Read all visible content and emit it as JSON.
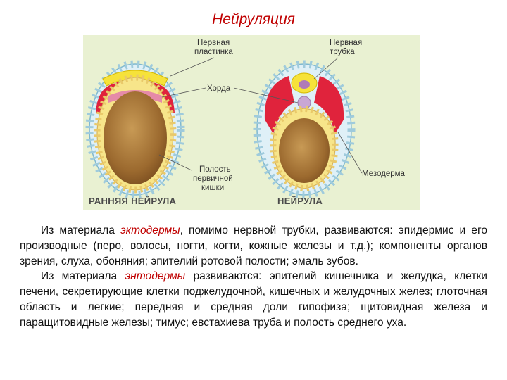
{
  "title": "Нейруляция",
  "diagram": {
    "labels": {
      "neural_plate": [
        "Нервная",
        "пластинка"
      ],
      "neural_tube": [
        "Нервная",
        "трубка"
      ],
      "chorda": "Хорда",
      "mesoderm": "Мезодерма",
      "gut_cavity": [
        "Полость",
        "первичной",
        "кишки"
      ]
    },
    "captions": {
      "early": "РАННЯЯ НЕЙРУЛА",
      "late": "НЕЙРУЛА"
    }
  },
  "paragraph1": {
    "p1": "Из материала ",
    "term": "эктодермы",
    "p2": ", помимо нервной трубки, развиваются: эпидермис и его производные (перо, волосы, ногти, когти, кожные железы и т.д.); компоненты органов зрения, слуха, обоняния; эпителий ротовой полости; эмаль зубов."
  },
  "paragraph2": {
    "p1": "Из материала ",
    "term": "энтодермы",
    "p2": " развиваются: эпителий кишечника и желудка, клетки печени, секретирующие клетки поджелудочной, кишечных и желудочных желез; глоточная область и легкие; передняя и средняя доли гипофиза; щитовидная железа и паращитовидные железы; тимус; евстахиева труба и полость среднего уха."
  }
}
